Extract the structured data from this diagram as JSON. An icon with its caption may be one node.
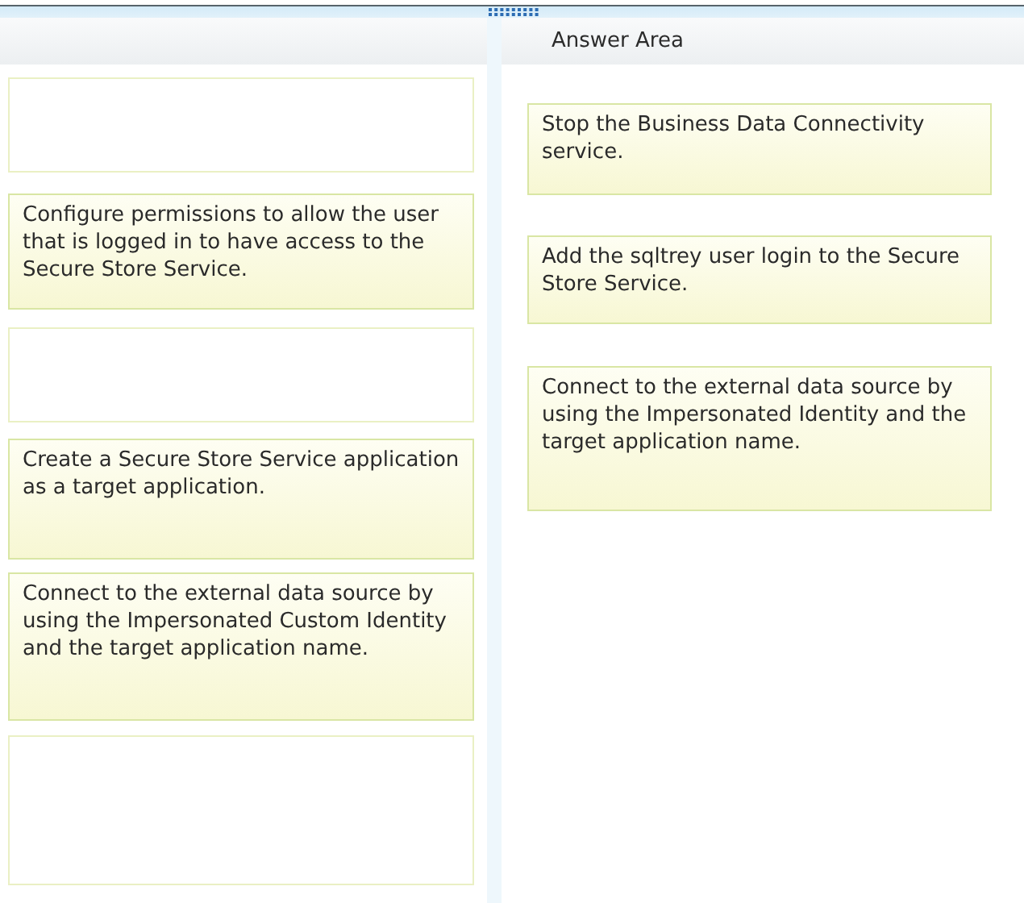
{
  "diagram": {
    "title": "Answer Area",
    "nodes": [
      {
        "text": [],
        "shape": "box"
      },
      {
        "text": [
          "Configure permissions to allow the user that is logged in to have access to the Secure Store Service."
        ]
      },
      {
        "text": [],
        "shape": "box"
      },
      {
        "text": [
          "Create a Secure Store Service application as a target application."
        ]
      },
      {
        "text": [
          "Connect to the external data source by using the Impersonated Custom Identity and the target application name."
        ]
      },
      {
        "text": [],
        "shape": "box"
      },
      {
        "text": [
          "Stop the Business Data Connectivity service."
        ]
      },
      {
        "text": [
          "Add the sqltrey user login to the Secure Store Service."
        ]
      },
      {
        "text": [
          "Connect to the external data source by using the Impersonated Identity and the target application name."
        ]
      }
    ]
  }
}
